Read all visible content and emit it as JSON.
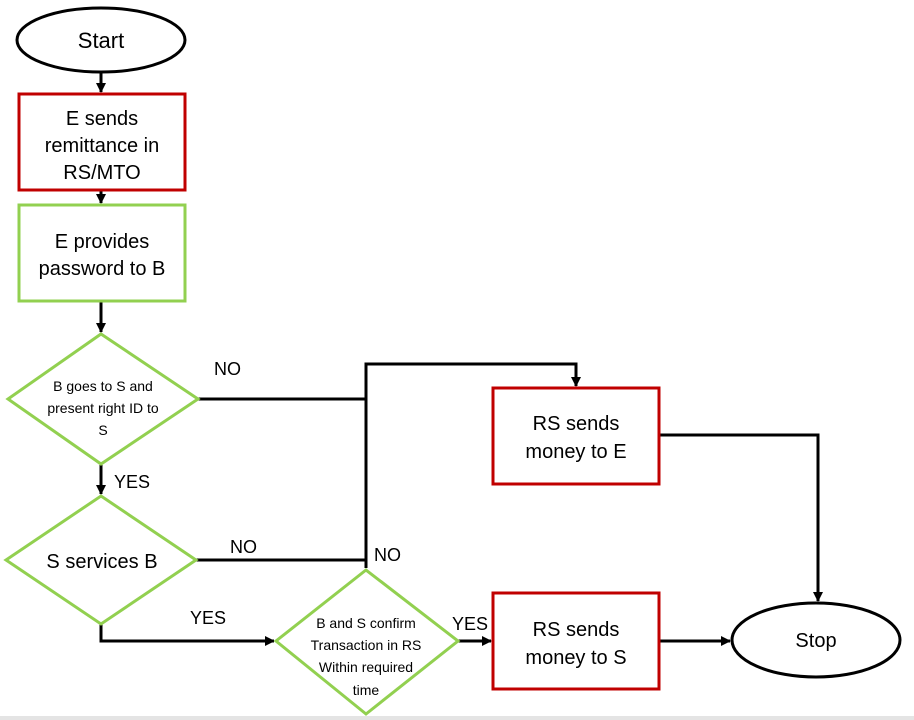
{
  "colors": {
    "process_red": "#c00000",
    "process_green": "#92d050",
    "terminal_stroke": "#000000",
    "connector": "#000000"
  },
  "nodes": {
    "start": "Start",
    "sends_remittance": [
      "E sends",
      "remittance in",
      "RS/MTO"
    ],
    "provides_password": [
      "E provides",
      "password to B"
    ],
    "present_id": [
      "B goes to S and",
      "present right ID to",
      "S"
    ],
    "s_services_b": "S services B",
    "confirm_transaction": [
      "B and S confirm",
      "Transaction in RS",
      "Within required",
      "time"
    ],
    "rs_sends_e": [
      "RS sends",
      "money to E"
    ],
    "rs_sends_s": [
      "RS sends",
      "money to S"
    ],
    "stop": "Stop"
  },
  "edge_labels": {
    "no_present_id": "NO",
    "yes_present_id": "YES",
    "no_services": "NO",
    "no_confirm": "NO",
    "yes_services": "YES",
    "yes_confirm": "YES"
  }
}
